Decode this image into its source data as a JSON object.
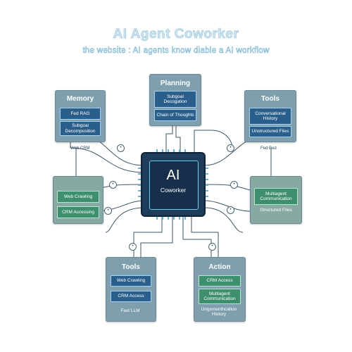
{
  "header": {
    "title": "AI Agent Coworker",
    "subtitle": "the website : AI agents know diable a AI workflow"
  },
  "core": {
    "label_ai": "AI",
    "label_sub": "Coworker"
  },
  "memory": {
    "title": "Memory",
    "items": [
      "Fed RAG",
      "Subgoal Decomposition"
    ],
    "caption": "Web CRM"
  },
  "planning": {
    "title": "Planning",
    "items": [
      "Subgoal Decogation",
      "Chain of Thoughts"
    ]
  },
  "tools_right": {
    "title": "Tools",
    "items": [
      "Conversational History",
      "Unstructured Files"
    ],
    "caption": "Fed Bed"
  },
  "left_mid": {
    "items": [
      "Web Crawling",
      "CRM Accessing"
    ]
  },
  "right_mid": {
    "items": [
      "Multiagent Communication",
      "Structured Files"
    ]
  },
  "tools_bottom": {
    "title": "Tools",
    "items": [
      "Web Crawling",
      "CRM Access"
    ],
    "footer": "Fast LLM"
  },
  "action": {
    "title": "Action",
    "items": [
      "CRM Access",
      "Multiagent Communication"
    ],
    "footer": "Ungsmenthcation History"
  },
  "colors": {
    "card": "#7f9fae",
    "chip_blue": "#2a5f8c",
    "chip_green": "#3e8f6d",
    "cpu": "#1f3c5a",
    "accent": "#6ec9f0"
  }
}
